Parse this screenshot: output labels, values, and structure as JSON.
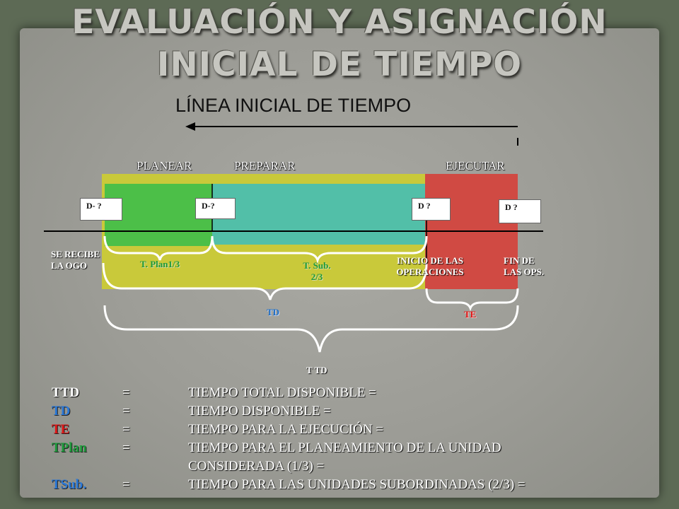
{
  "title": {
    "line1": "EVALUACIÓN Y ASIGNACIÓN",
    "line2": "INICIAL DE TIEMPO"
  },
  "subtitle": "LÍNEA INICIAL DE TIEMPO",
  "phases": {
    "planear": "PLANEAR",
    "preparar": "PREPARAR",
    "ejecutar": "EJECUTAR"
  },
  "boxes": {
    "d1": "D- ?",
    "d2": "D-?",
    "d3": "D ?",
    "d4": "D ?"
  },
  "labels": {
    "se_recibe": "SE RECIBE LA OGO",
    "t_plan": "T. Plan1/3",
    "t_sub_line1": "T. Sub.",
    "t_sub_line2": "2/3",
    "inicio": "INICIO DE LAS OPERACIONES",
    "fin": "FIN DE LAS OPS.",
    "td": "TD",
    "te": "TE",
    "ttd": "T TD"
  },
  "legend": [
    {
      "abbr": "TTD",
      "eq": "=",
      "desc": "TIEMPO TOTAL DISPONIBLE  =",
      "color": "#ffffff"
    },
    {
      "abbr": "TD",
      "eq": "=",
      "desc": "TIEMPO DISPONIBLE =",
      "color": "#2b78d6"
    },
    {
      "abbr": "TE",
      "eq": "=",
      "desc": "TIEMPO PARA LA EJECUCIÓN =",
      "color": "#e01818"
    },
    {
      "abbr": "TPlan",
      "eq": "=",
      "desc": "TIEMPO PARA EL  PLANEAMIENTO DE LA UNIDAD",
      "color": "#1f9a3c"
    },
    {
      "abbr": "",
      "eq": "",
      "desc": "CONSIDERADA (1/3) =",
      "color": "#ffffff"
    },
    {
      "abbr": "TSub.",
      "eq": "=",
      "desc": "TIEMPO PARA LAS UNIDADES SUBORDINADAS (2/3) =",
      "color": "#2b78d6"
    }
  ],
  "colors": {
    "yellow_band": "#c9c93a",
    "green_block": "#4cbf48",
    "teal_block": "#52bfa8",
    "red_block": "#d04a43"
  }
}
